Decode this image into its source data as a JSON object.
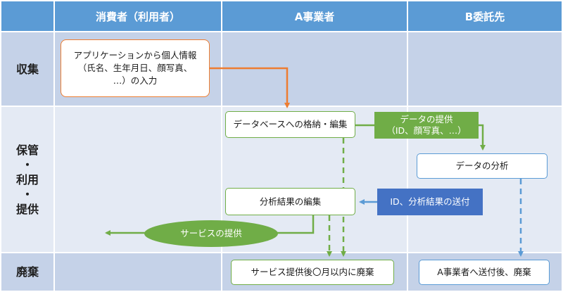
{
  "header": {
    "col1": "消費者（利用者）",
    "col2": "A事業者",
    "col3": "B委託先"
  },
  "rows": {
    "collect": "収集",
    "store_use_provide_lines": [
      "保管",
      "・",
      "利用",
      "・",
      "提供"
    ],
    "dispose": "廃棄"
  },
  "nodes": {
    "input_lines": [
      "アプリケーションから個人情報",
      "（氏名、生年月日、顔写真、",
      "…）の入力"
    ],
    "db_store": "データベースへの格納・編集",
    "data_provide_lines": [
      "データの提供",
      "（ID、顔写真、…）"
    ],
    "data_analysis": "データの分析",
    "result_edit": "分析結果の編集",
    "id_result_send": "ID、分析結果の送付",
    "service_provide": "サービスの提供",
    "dispose_a": "サービス提供後〇月以内に廃棄",
    "dispose_b": "A事業者へ送付後、廃棄"
  },
  "colors": {
    "header": "#5b9bd5",
    "cell_dark": "#c5d2e8",
    "cell_light": "#e4eaf4",
    "green": "#70ad47",
    "orange": "#ed7d31",
    "blue": "#5b9bd5",
    "blue_dark": "#4472c4"
  }
}
